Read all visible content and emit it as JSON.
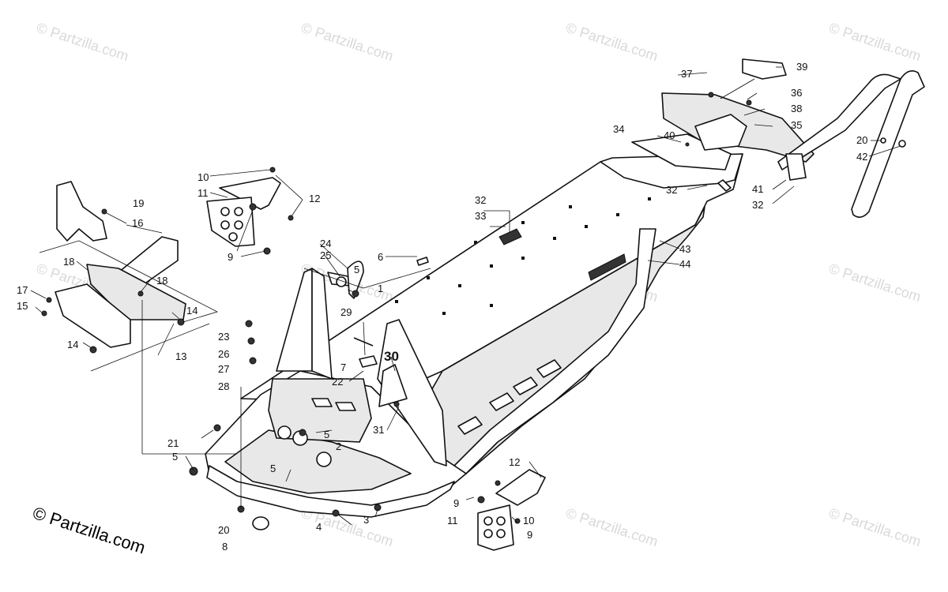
{
  "watermark": "© Partzilla.com",
  "copyright": "© Partzilla.com",
  "callouts": {
    "c1": "1",
    "c2": "2",
    "c3": "3",
    "c4": "4",
    "c5": "5",
    "c6": "6",
    "c7": "7",
    "c8": "8",
    "c9": "9",
    "c10": "10",
    "c11": "11",
    "c12": "12",
    "c13": "13",
    "c14": "14",
    "c15": "15",
    "c16": "16",
    "c17": "17",
    "c18": "18",
    "c19": "19",
    "c20": "20",
    "c21": "21",
    "c22": "22",
    "c23": "23",
    "c24": "24",
    "c25": "25",
    "c26": "26",
    "c27": "27",
    "c28": "28",
    "c29": "29",
    "c30": "30",
    "c31": "31",
    "c32": "32",
    "c33": "33",
    "c34": "34",
    "c35": "35",
    "c36": "36",
    "c37": "37",
    "c38": "38",
    "c39": "39",
    "c40": "40",
    "c41": "41",
    "c42": "42",
    "c43": "43",
    "c44": "44"
  }
}
